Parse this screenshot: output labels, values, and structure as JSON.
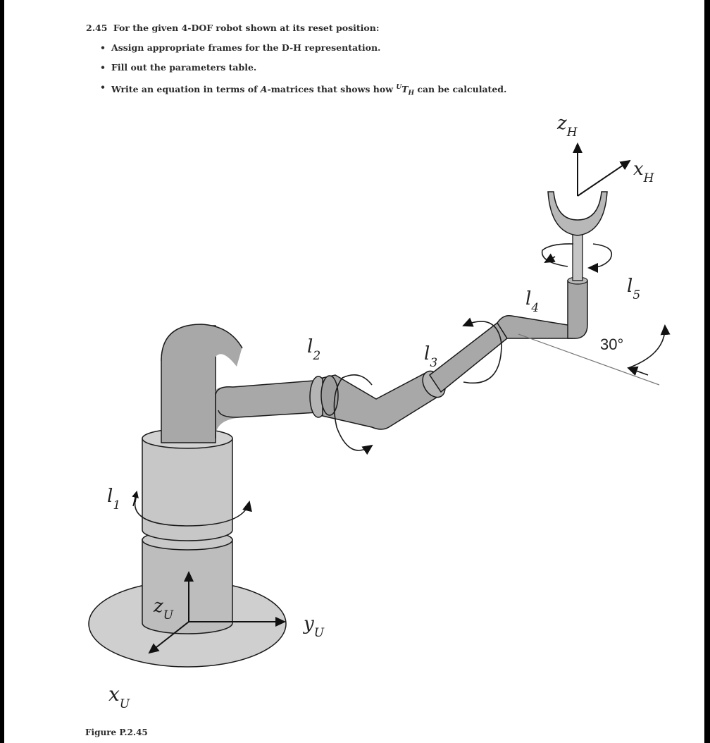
{
  "problem": {
    "number": "2.45",
    "intro": "For the given 4-DOF robot shown at its reset position:",
    "bullets": [
      "Assign appropriate frames for the D-H representation.",
      "Fill out the parameters table.",
      {
        "pre": "Write an equation in terms of ",
        "mid": "A",
        "post1": "-matrices that shows how ",
        "sup": "U",
        "T": "T",
        "sub": "H",
        "post2": " can be calculated."
      }
    ]
  },
  "figure": {
    "labels": {
      "z_h": "zH",
      "x_h": "xH",
      "l1": "l1",
      "l2": "l2",
      "l3": "l3",
      "l4": "l4",
      "l5": "l5",
      "angle": "30°",
      "z_u": "zU",
      "y_u": "yU",
      "x_u": "xU"
    },
    "caption": "Figure P.2.45",
    "colors": {
      "link": "#a6a6a6",
      "link_dark": "#8c8c8c",
      "base": "#cfcfcf",
      "outline": "#1a1a1a"
    }
  }
}
